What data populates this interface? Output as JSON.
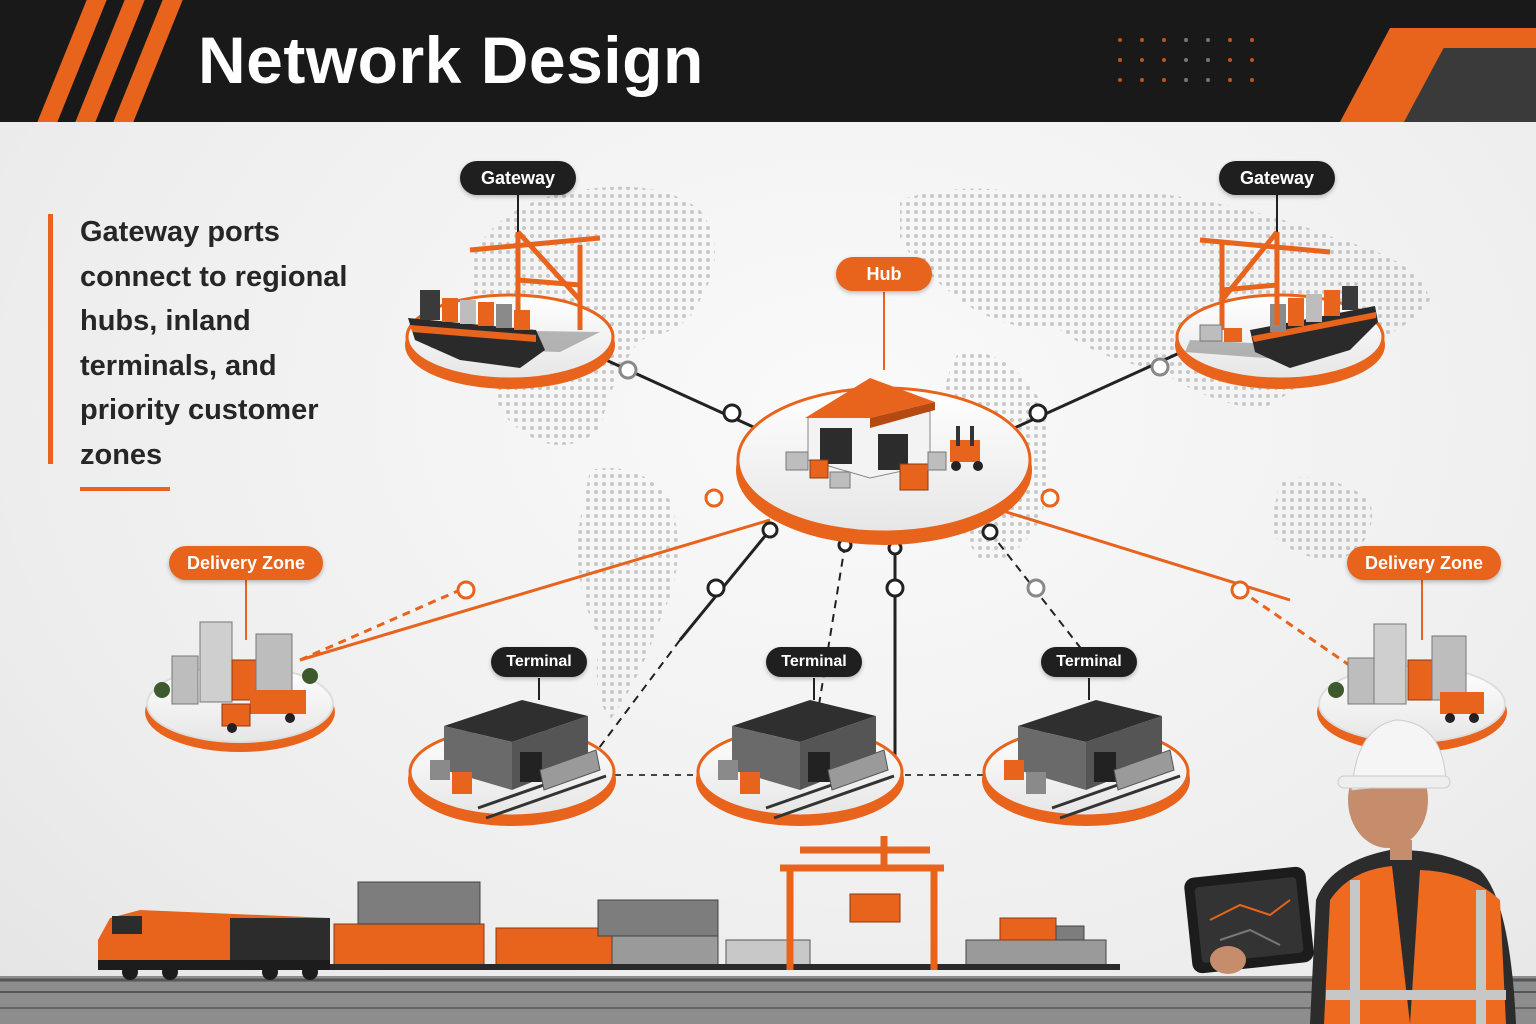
{
  "header": {
    "title": "Network Design"
  },
  "intro": {
    "text": "Gateway ports connect to regional hubs, inland terminals, and priority customer zones"
  },
  "nodes": {
    "hub": {
      "label": "Hub"
    },
    "gateway_left": {
      "label": "Gateway"
    },
    "gateway_right": {
      "label": "Gateway"
    },
    "delivery_left": {
      "label": "Delivery Zone"
    },
    "delivery_right": {
      "label": "Delivery Zone"
    },
    "terminal_1": {
      "label": "Terminal"
    },
    "terminal_2": {
      "label": "Terminal"
    },
    "terminal_3": {
      "label": "Terminal"
    }
  },
  "colors": {
    "accent": "#e8631c",
    "dark": "#1f1f1f",
    "header": "#191919"
  },
  "icons": [
    "container-ship-icon",
    "gantry-crane-icon",
    "warehouse-icon",
    "forklift-icon",
    "city-buildings-icon",
    "truck-icon",
    "rail-terminal-icon",
    "locomotive-icon",
    "tablet-icon",
    "worker-icon"
  ]
}
